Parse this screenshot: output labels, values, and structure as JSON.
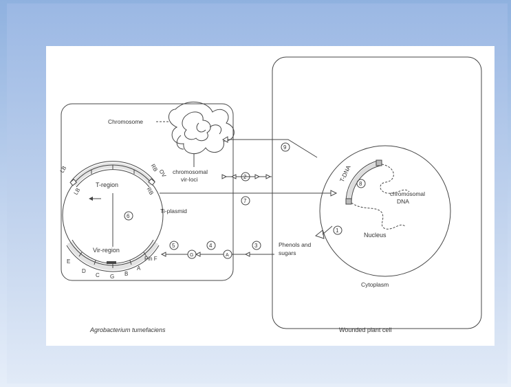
{
  "labels": {
    "chromosome": "Chromosome",
    "chromosomal_vir_loci_1": "chromosomal",
    "chromosomal_vir_loci_2": "vir-loci",
    "t_region": "T-region",
    "ti_plasmid": "Ti-plasmid",
    "vir_region": "Vir-region",
    "lb_outer": "LB",
    "lb_inner": "LB",
    "rb_outer": "RB",
    "rb_inner": "RB",
    "ov": "OV",
    "gene_e": "E",
    "gene_d": "D",
    "gene_c": "C",
    "gene_g": "G",
    "gene_b": "B",
    "gene_a": "A",
    "gene_pinf": "Pin F",
    "g_circle": "G",
    "a_circle": "A",
    "t_dna": "T-DNA",
    "chromosomal_dna_1": "chromosomal",
    "chromosomal_dna_2": "DNA",
    "nucleus": "Nucleus",
    "phenols_1": "Phenols and",
    "phenols_2": "sugars",
    "cytoplasm": "Cytoplasm",
    "bacterium_caption": "Agrobacterium tumefaciens",
    "plant_caption": "Wounded plant cell"
  },
  "steps": {
    "s1": "1",
    "s2": "2",
    "s3": "3",
    "s4": "4",
    "s5": "5",
    "s6": "6",
    "s7": "7",
    "s8": "8",
    "s9": "9"
  }
}
